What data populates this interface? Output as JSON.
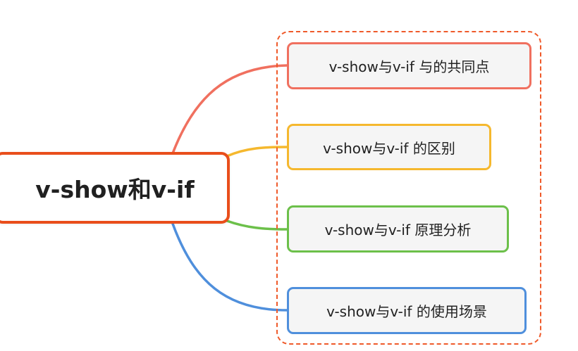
{
  "root": {
    "label": "v-show和v-if",
    "border_color": "#e94e1b"
  },
  "group_frame_color": "#ef5a2a",
  "branches": [
    {
      "label": "v-show与v-if 与的共同点",
      "color": "#f0705f"
    },
    {
      "label": "v-show与v-if 的区别",
      "color": "#f5b82e"
    },
    {
      "label": "v-show与v-if 原理分析",
      "color": "#6cc04a"
    },
    {
      "label": "v-show与v-if 的使用场景",
      "color": "#4f8fdc"
    }
  ]
}
